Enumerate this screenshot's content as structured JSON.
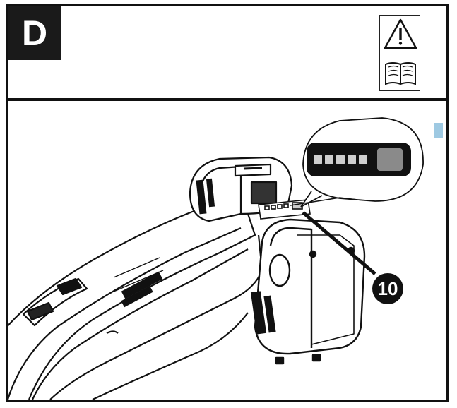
{
  "step": {
    "letter": "D"
  },
  "icons": {
    "warning": "warning-triangle-icon",
    "manual": "read-manual-book-icon"
  },
  "battery_indicator": {
    "lit_bars": 5,
    "bar_color": "#cfcfcf",
    "button_color": "#8a8a8a"
  },
  "callout": {
    "number": "10"
  },
  "colors": {
    "accent_marker": "#9ec9e2"
  }
}
